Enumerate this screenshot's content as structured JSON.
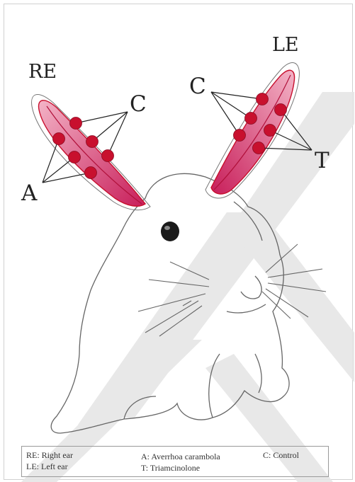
{
  "labels": {
    "right_ear": "RE",
    "left_ear": "LE",
    "control_right": "C",
    "control_left": "C",
    "averrhoa": "A",
    "triamcinolone": "T"
  },
  "legend": {
    "re": "RE: Right ear",
    "le": "LE: Left ear",
    "a": "A: Averrhoa carambola",
    "t": "T: Triamcinolone",
    "c": "C: Control"
  },
  "colors": {
    "ear_fill": "#d23a6b",
    "dot": "#c8102e",
    "watermark": "#e3e3e3",
    "outline": "#555555"
  }
}
